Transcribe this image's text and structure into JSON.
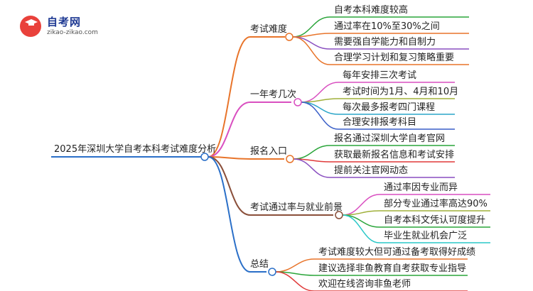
{
  "logo": {
    "title": "自考网",
    "subtitle": "zikao-zikao.com"
  },
  "root": {
    "label": "2025年深圳大学自考本科考试难度分析"
  },
  "branches": [
    {
      "label": "考试难度",
      "color": "#e8742a",
      "items": [
        {
          "label": "自考本科难度较高",
          "color": "#2aa53a"
        },
        {
          "label": "通过率在10%至30%之间",
          "color": "#e8742a"
        },
        {
          "label": "需要强自学能力和自制力",
          "color": "#8a4fc0"
        },
        {
          "label": "合理学习计划和复习策略重要",
          "color": "#e8742a"
        }
      ]
    },
    {
      "label": "一年考几次",
      "color": "#d94fc0",
      "items": [
        {
          "label": "每年安排三次考试",
          "color": "#d94fc0"
        },
        {
          "label": "考试时间为1月、4月和10月",
          "color": "#a0b03a"
        },
        {
          "label": "每次最多报考四门课程",
          "color": "#2aa5c8"
        },
        {
          "label": "合理安排报考科目",
          "color": "#3a5fc8"
        }
      ]
    },
    {
      "label": "报名入口",
      "color": "#e8742a",
      "items": [
        {
          "label": "报名通过深圳大学自考官网",
          "color": "#2aa53a"
        },
        {
          "label": "获取最新报名信息和考试安排",
          "color": "#e03a3a"
        },
        {
          "label": "提前关注官网动态",
          "color": "#8a4fc0"
        }
      ]
    },
    {
      "label": "考试通过率与就业前景",
      "color": "#8a4f3a",
      "items": [
        {
          "label": "通过率因专业而异",
          "color": "#d94fc0"
        },
        {
          "label": "部分专业通过率高达90%",
          "color": "#a0b03a"
        },
        {
          "label": "自考本科文凭认可度提升",
          "color": "#2aa53a"
        },
        {
          "label": "毕业生就业机会广泛",
          "color": "#2ac8c8"
        }
      ]
    },
    {
      "label": "总结",
      "color": "#2a6fc8",
      "items": [
        {
          "label": "考试难度较大但可通过备考取得好成绩",
          "color": "#e8742a"
        },
        {
          "label": "建议选择非鱼教育自考获取专业指导",
          "color": "#2aa53a"
        },
        {
          "label": "欢迎在线咨询非鱼老师",
          "color": "#e03a3a"
        }
      ]
    }
  ],
  "colors": {
    "root_line": "#2a6fc8"
  }
}
